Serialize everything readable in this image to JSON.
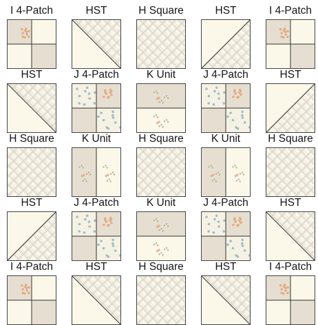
{
  "colors": {
    "cream": "#fbf8ea",
    "taupe": "#e6dfd1",
    "plaid": "#ddd8cf",
    "floral": "#f6f2e3",
    "dot_blue": "#8fb3c8",
    "dot_orange": "#e2a77a",
    "seam": "#333333"
  },
  "rows": [
    [
      {
        "label": "I 4-Patch",
        "type": "i4",
        "icon": "i-4-patch-block"
      },
      {
        "label": "HST",
        "type": "hst-down",
        "icon": "hst-block"
      },
      {
        "label": "H Square",
        "type": "hsquare",
        "icon": "h-square-block"
      },
      {
        "label": "HST",
        "type": "hst-up",
        "icon": "hst-block"
      },
      {
        "label": "I 4-Patch",
        "type": "i4",
        "icon": "i-4-patch-block"
      }
    ],
    [
      {
        "label": "HST",
        "type": "hst-down",
        "icon": "hst-block"
      },
      {
        "label": "J 4-Patch",
        "type": "j4",
        "icon": "j-4-patch-block"
      },
      {
        "label": "K Unit",
        "type": "k-h",
        "icon": "k-unit-block"
      },
      {
        "label": "J 4-Patch",
        "type": "j4",
        "icon": "j-4-patch-block"
      },
      {
        "label": "HST",
        "type": "hst-up",
        "icon": "hst-block"
      }
    ],
    [
      {
        "label": "H Square",
        "type": "hsquare",
        "icon": "h-square-block"
      },
      {
        "label": "K Unit",
        "type": "k-v",
        "icon": "k-unit-block"
      },
      {
        "label": "H Square",
        "type": "hsquare",
        "icon": "h-square-block"
      },
      {
        "label": "K Unit",
        "type": "k-v",
        "icon": "k-unit-block"
      },
      {
        "label": "H Square",
        "type": "hsquare",
        "icon": "h-square-block"
      }
    ],
    [
      {
        "label": "HST",
        "type": "hst-up",
        "icon": "hst-block"
      },
      {
        "label": "J 4-Patch",
        "type": "j4",
        "icon": "j-4-patch-block"
      },
      {
        "label": "K Unit",
        "type": "k-h",
        "icon": "k-unit-block"
      },
      {
        "label": "J 4-Patch",
        "type": "j4",
        "icon": "j-4-patch-block"
      },
      {
        "label": "HST",
        "type": "hst-down",
        "icon": "hst-block"
      }
    ],
    [
      {
        "label": "I 4-Patch",
        "type": "i4",
        "icon": "i-4-patch-block"
      },
      {
        "label": "HST",
        "type": "hst-down",
        "icon": "hst-block"
      },
      {
        "label": "H Square",
        "type": "hsquare",
        "icon": "h-square-block"
      },
      {
        "label": "HST",
        "type": "hst-down",
        "icon": "hst-block"
      },
      {
        "label": "I 4-Patch",
        "type": "i4",
        "icon": "i-4-patch-block"
      }
    ]
  ]
}
